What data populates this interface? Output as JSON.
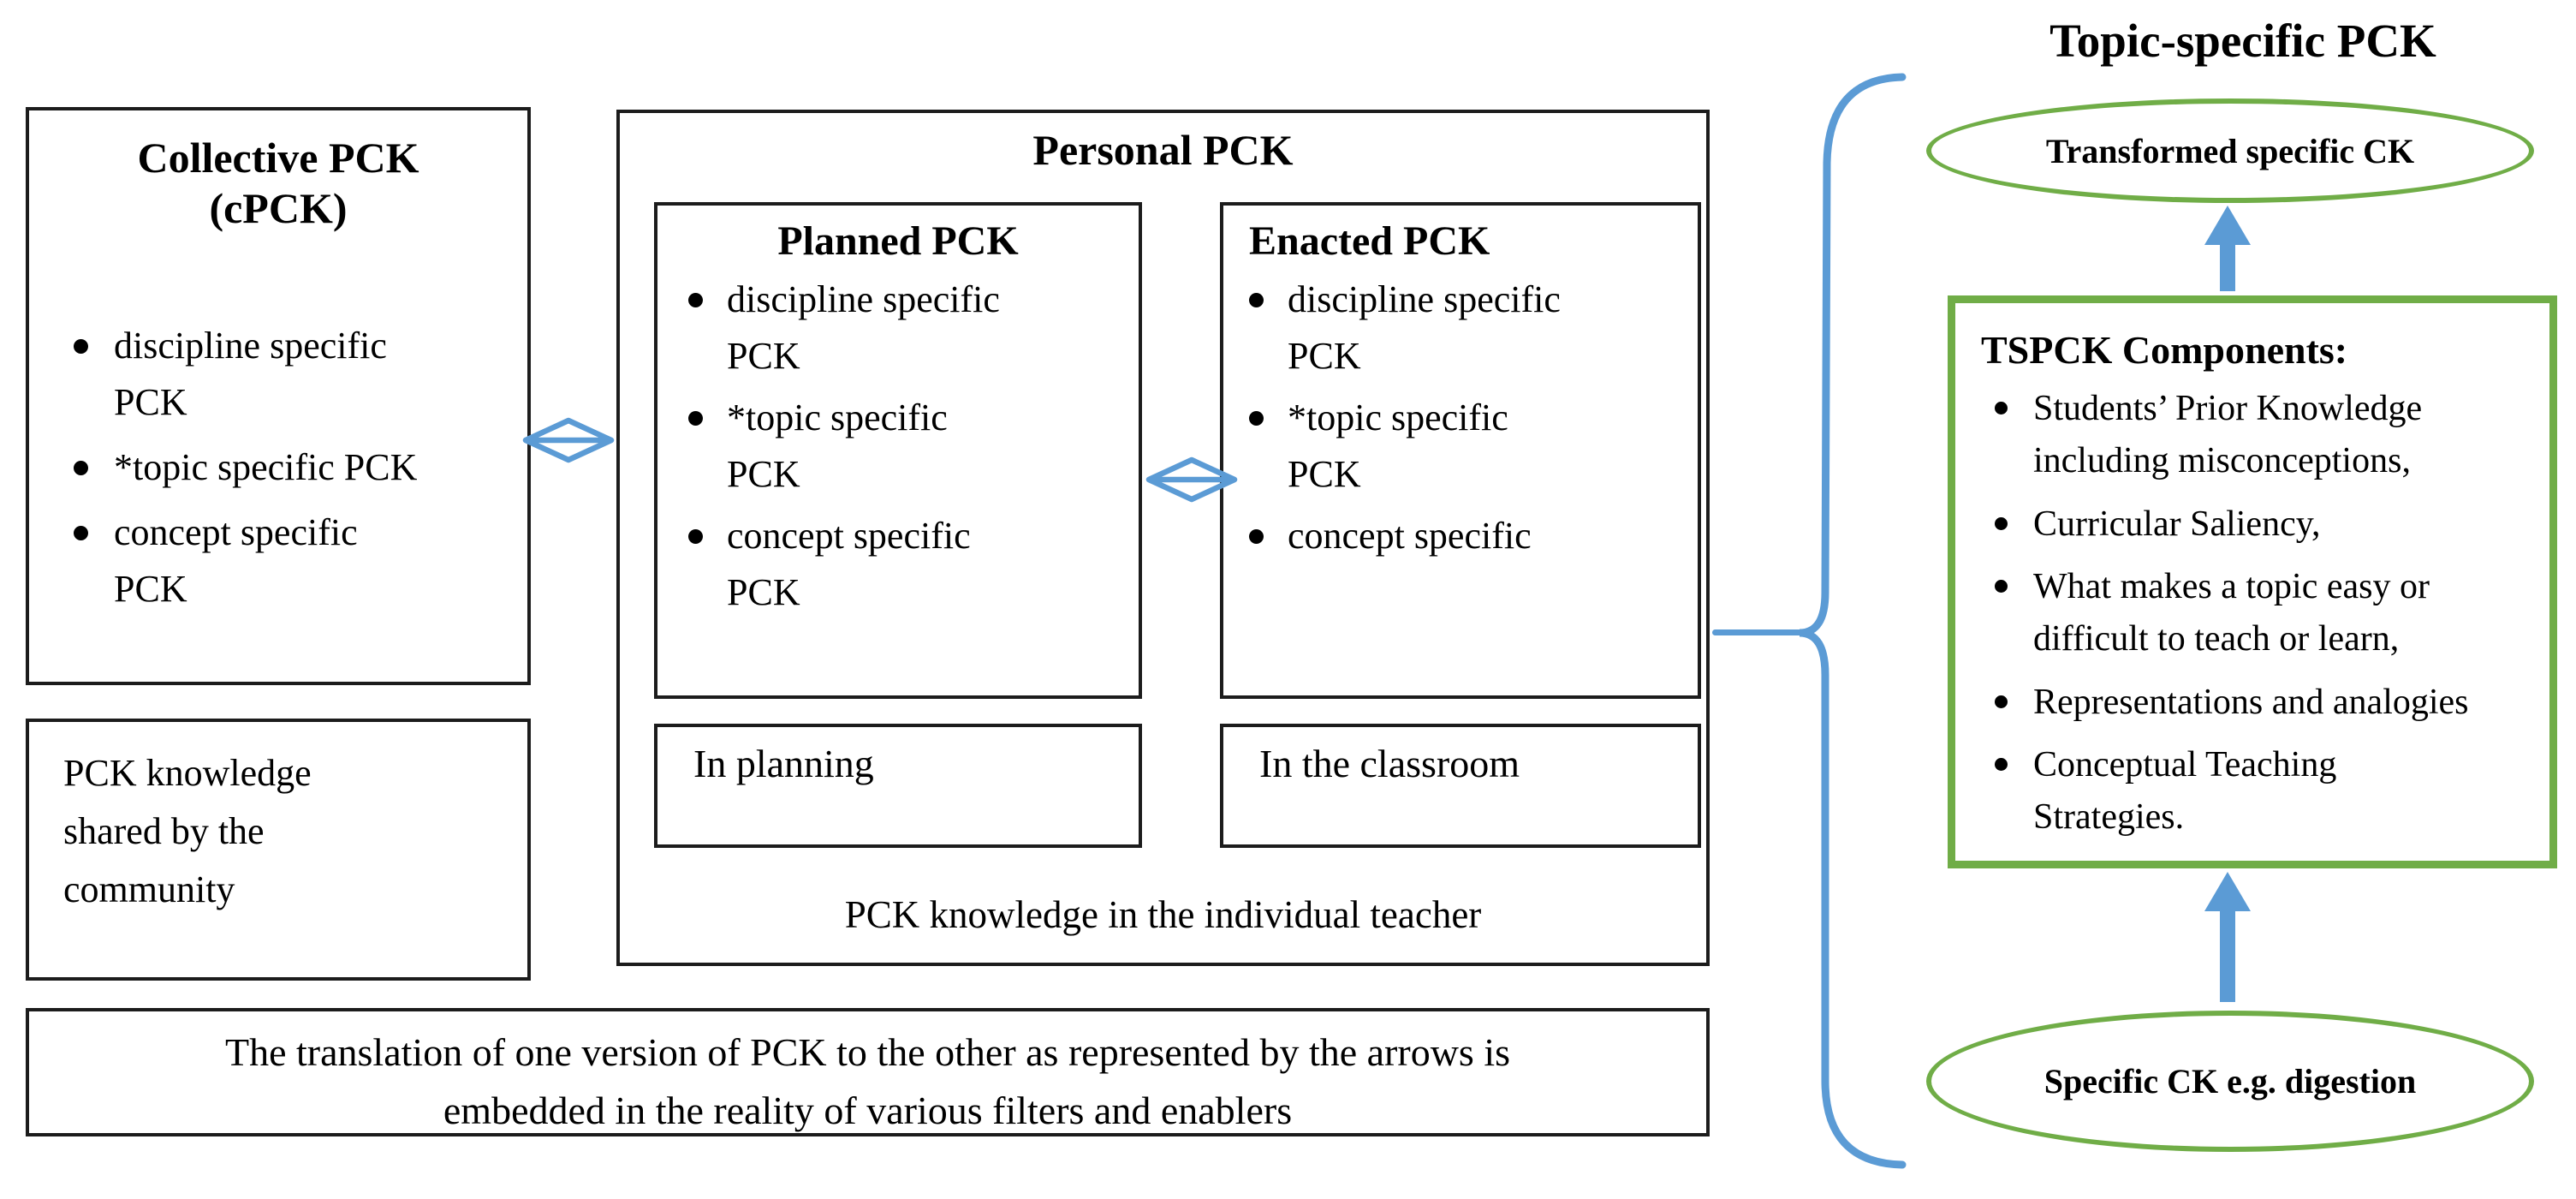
{
  "colors": {
    "accent_blue": "#5B9BD5",
    "accent_green": "#70AD47",
    "line_black": "#1c1c1c"
  },
  "left_panel": {
    "collective_box": {
      "title": "Collective PCK\n(cPCK)",
      "items": [
        "discipline specific\nPCK",
        "*topic specific PCK",
        "concept specific\nPCK"
      ]
    },
    "shared_box": {
      "text": "PCK knowledge\nshared by the\ncommunity"
    },
    "translation_box": {
      "text": "The translation of one version of PCK to the other as represented by the arrows is\nembedded in the reality of various filters and enablers"
    }
  },
  "personal_panel": {
    "title": "Personal PCK",
    "planned_box": {
      "title": "Planned PCK",
      "items": [
        "discipline specific\nPCK",
        "*topic specific\nPCK",
        "concept specific\nPCK"
      ]
    },
    "enacted_box": {
      "title": "Enacted PCK",
      "items": [
        "discipline specific\nPCK",
        "*topic specific\nPCK",
        "concept specific"
      ]
    },
    "planning_box": {
      "text": "In planning"
    },
    "classroom_box": {
      "text": "In the classroom"
    },
    "caption": "PCK knowledge in the individual teacher"
  },
  "right_panel": {
    "title": "Topic-specific PCK",
    "top_ellipse": "Transformed specific CK",
    "tspck_box": {
      "title": "TSPCK Components:",
      "items": [
        "Students’ Prior Knowledge\nincluding misconceptions,",
        "Curricular Saliency,",
        "What makes a topic easy or\ndifficult to teach or learn,",
        "Representations and analogies",
        "Conceptual Teaching\nStrategies."
      ]
    },
    "bottom_ellipse": "Specific CK e.g. digestion"
  }
}
